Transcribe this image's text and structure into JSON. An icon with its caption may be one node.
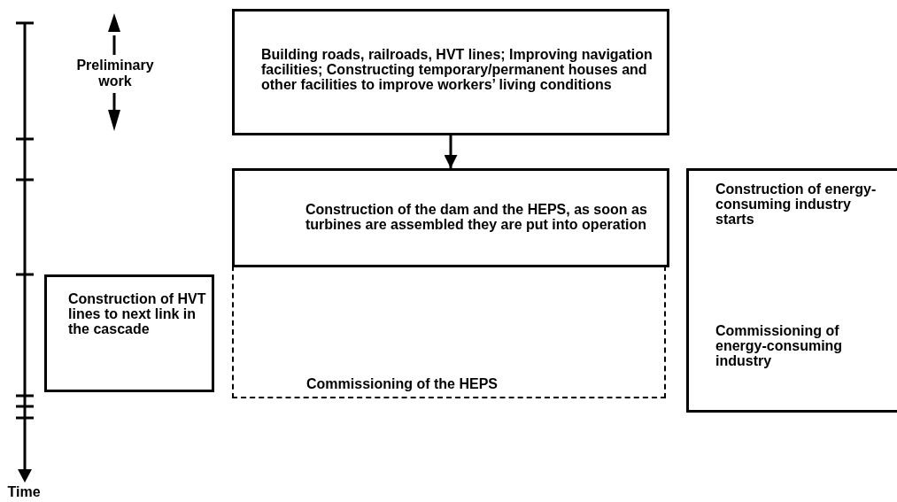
{
  "diagram": {
    "nodes": [
      {
        "text": [
          "Building roads, railroads, HVT lines; Improving navigation facilities; Constructing temporary/permanent houses and other facilities to improve workers’ living conditions"
        ]
      },
      {
        "text": [
          "Construction of the dam and the HEPS, as soon as turbines are assembled they are put into operation"
        ]
      },
      {
        "text": [
          "Commissioning of the HEPS"
        ]
      },
      {
        "text": [
          "Construction of HVT lines to next link in the cascade"
        ]
      },
      {
        "text": [
          "Construction of energy-consuming industry starts",
          "Commissioning of energy-consuming industry"
        ]
      }
    ],
    "edges": [
      {
        "from": 0,
        "to": 1,
        "arrow": "to"
      }
    ],
    "labels": [
      "Preliminary work",
      "Time"
    ]
  }
}
